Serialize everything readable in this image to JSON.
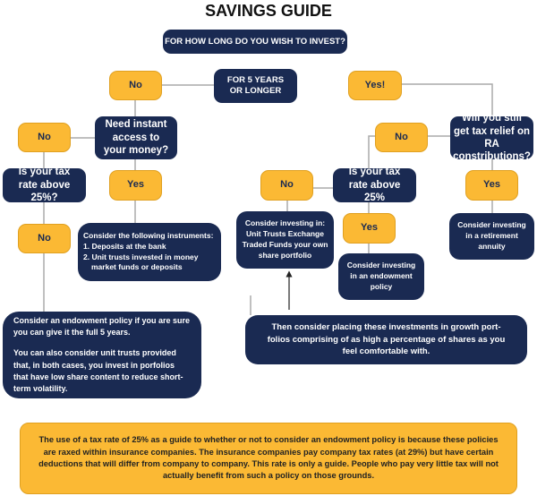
{
  "title": "SAVINGS GUIDE",
  "question_main": "FOR HOW LONG DO YOU WISH TO INVEST?",
  "option_long": "FOR 5 YEARS OR LONGER",
  "answer_no_top": "No",
  "answer_yes_top": "Yes!",
  "left": {
    "q_instant": "Need instant access to your money?",
    "no_instant": "No",
    "yes_instant": "Yes",
    "q_tax": "Is your tax rate above 25%?",
    "no_tax": "No",
    "instruments": {
      "heading": "Consider the following instruments:",
      "items": [
        "1. Deposits at the bank",
        "2. Unit trusts invested in money market funds or deposits"
      ]
    },
    "endowment_advice": [
      "Consider an endowment policy if you are sure you can give it the full 5 years.",
      "You can also consider unit trusts provided that, in both cases, you invest in porfolios that have low share content to reduce short-term volatility."
    ]
  },
  "right": {
    "q_ra": "Will you still get tax relief on RA constributions?",
    "no_ra": "No",
    "yes_ra": "Yes",
    "ra_advice": "Consider investing in a retirement annuity",
    "q_tax": "Is your tax rate above 25%",
    "no_tax": "No",
    "yes_tax": "Yes",
    "unit_trusts_advice": "Consider investing in: Unit Trusts Exchange Traded Funds your own share portfolio",
    "endowment_advice": "Consider investing in an endowment policy",
    "growth_advice": "Then consider placing these investments in growth port-folios comprising of as high a percentage of shares as you feel comfortable with."
  },
  "footnote": "The use of a tax rate of 25% as a guide to whether or not to consider an endowment policy is because these policies are raxed within insurance companies. The insurance companies pay company tax rates (at 29%) but have certain deductions that will differ from company to company. This rate is only a guide. People who pay very little tax will not actually benefit from such a policy on those grounds.",
  "colors": {
    "navy": "#1a2a52",
    "yellow": "#fbb934",
    "connector": "#aaaaaa"
  }
}
